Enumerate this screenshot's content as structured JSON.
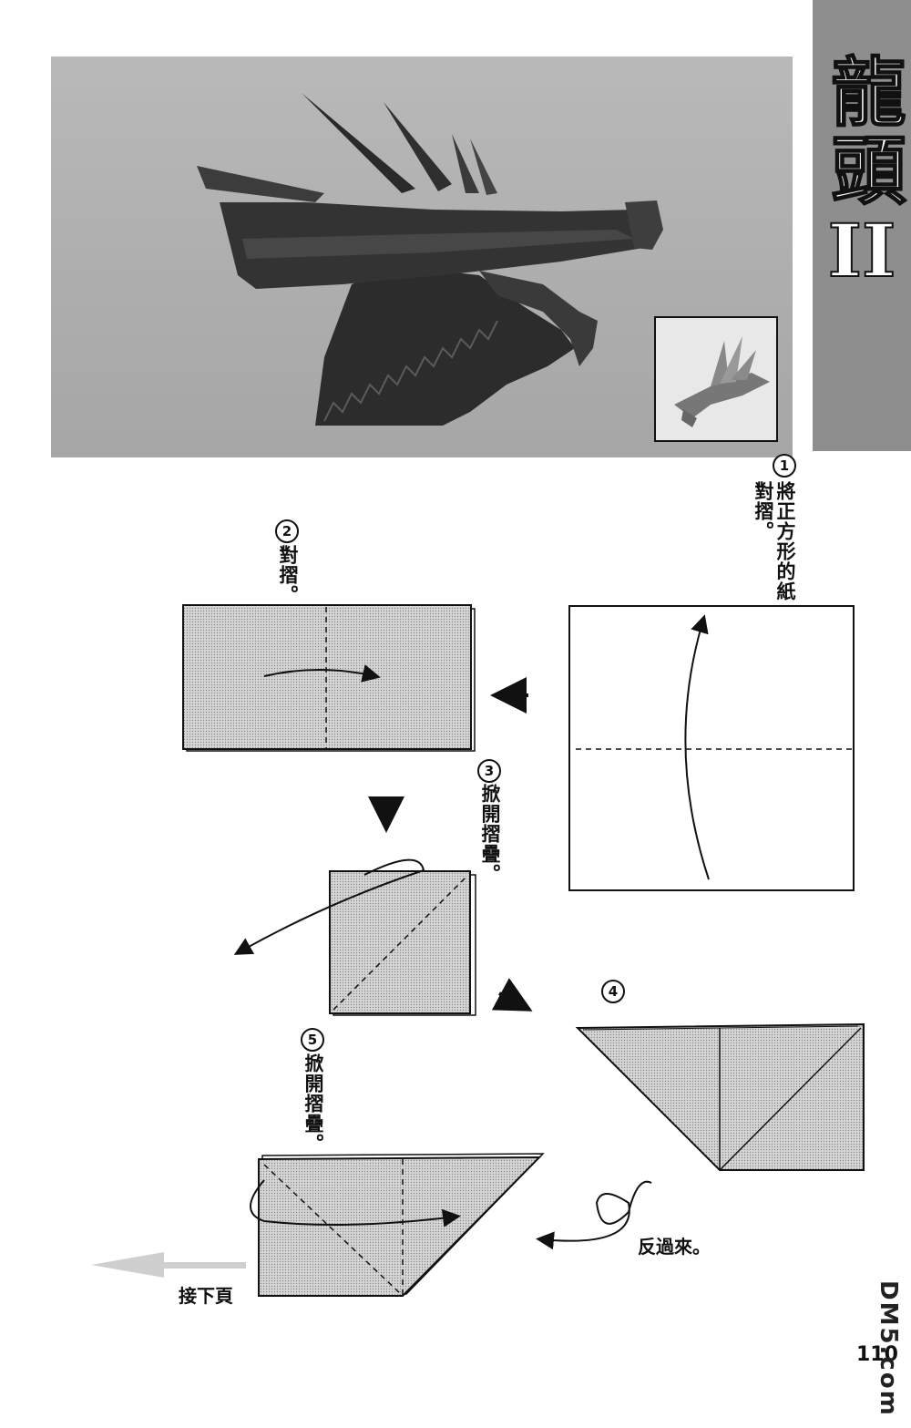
{
  "title": {
    "main": "龍頭",
    "numeral": "II"
  },
  "steps": [
    {
      "number": "1",
      "text": "將正方形的紙對摺。"
    },
    {
      "number": "2",
      "text": "對摺。"
    },
    {
      "number": "3",
      "text": "掀開摺疊。"
    },
    {
      "number": "4",
      "text": ""
    },
    {
      "number": "5",
      "text": "掀開摺疊。"
    }
  ],
  "turn_over": "反過來。",
  "continue": "接下頁",
  "page_number": "110",
  "watermark": "DM5.com",
  "colors": {
    "band": "#8e8e8e",
    "paper_fill": "#cfcfcf",
    "photo_bg": "#b0b0b0"
  }
}
